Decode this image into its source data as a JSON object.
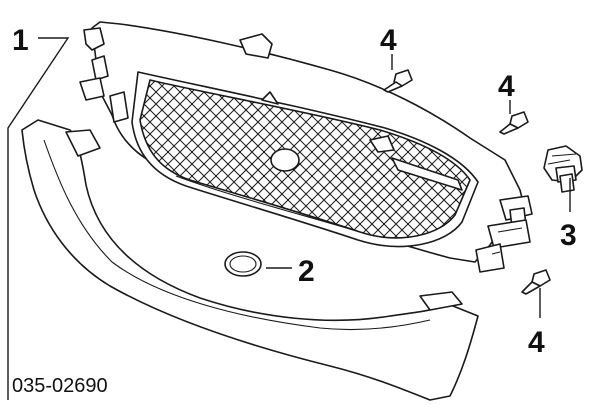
{
  "diagram": {
    "catalog_code": "035-02690",
    "callouts": [
      {
        "id": "1",
        "text": "1"
      },
      {
        "id": "2",
        "text": "2"
      },
      {
        "id": "3",
        "text": "3"
      },
      {
        "id": "4a",
        "text": "4"
      },
      {
        "id": "4b",
        "text": "4"
      },
      {
        "id": "4c",
        "text": "4"
      }
    ]
  }
}
